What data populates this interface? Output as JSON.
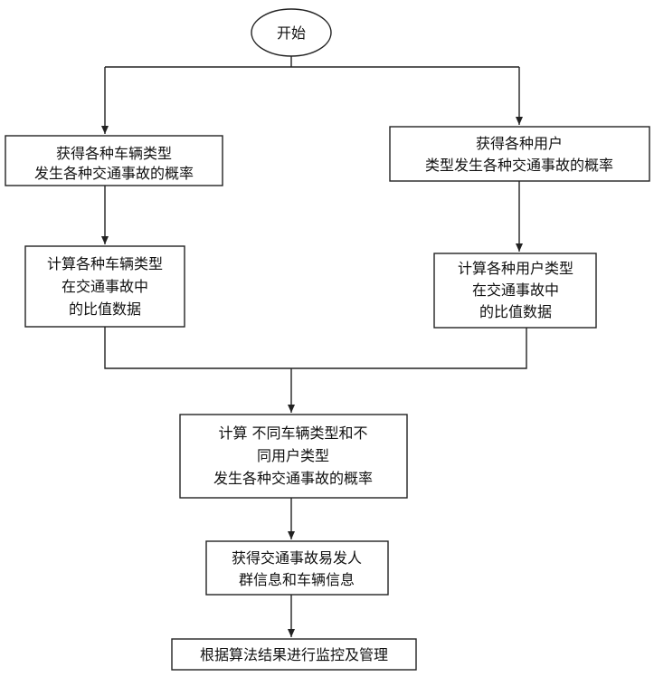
{
  "flowchart": {
    "start": {
      "label": "开始"
    },
    "left_branch": {
      "step1": {
        "lines": [
          "获得各种车辆类型",
          "发生各种交通事故的概率"
        ]
      },
      "step2": {
        "lines": [
          "计算各种车辆类型",
          "在交通事故中",
          "的比值数据"
        ]
      }
    },
    "right_branch": {
      "step1": {
        "lines": [
          "获得各种用户",
          "类型发生各种交通事故的概率"
        ]
      },
      "step2": {
        "lines": [
          "计算各种用户类型",
          "在交通事故中",
          "的比值数据"
        ]
      }
    },
    "merge": {
      "lines": [
        "计算 不同车辆类型和不",
        "同用户类型",
        "发生各种交通事故的概率"
      ]
    },
    "info": {
      "lines": [
        "获得交通事故易发人",
        "群信息和车辆信息"
      ]
    },
    "final": {
      "label": "根据算法结果进行监控及管理"
    }
  }
}
